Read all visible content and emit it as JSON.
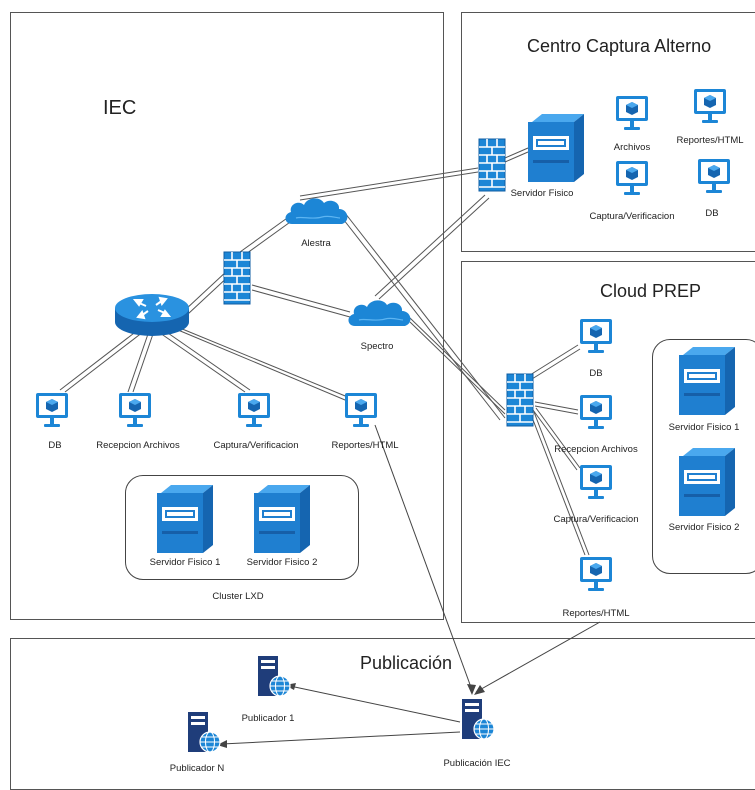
{
  "iec": {
    "title": "IEC",
    "db": "DB",
    "recepcion": "Recepcion Archivos",
    "captura": "Captura/Verificacion",
    "reportes": "Reportes/HTML",
    "cluster_label": "Cluster LXD",
    "servidor1": "Servidor Fisico 1",
    "servidor2": "Servidor Fisico 2"
  },
  "network": {
    "alestra": "Alestra",
    "spectro": "Spectro"
  },
  "alterno": {
    "title": "Centro Captura Alterno",
    "servidor": "Servidor Fisico",
    "archivos": "Archivos",
    "reportes": "Reportes/HTML",
    "captura": "Captura/Verificacion",
    "db": "DB"
  },
  "cloud": {
    "title": "Cloud PREP",
    "db": "DB",
    "recepcion": "Recepcion Archivos",
    "captura": "Captura/Verificacion",
    "reportes": "Reportes/HTML",
    "servidor1": "Servidor Fisico 1",
    "servidor2": "Servidor Fisico 2"
  },
  "publicacion": {
    "title": "Publicación",
    "publicador1": "Publicador 1",
    "publicadorN": "Publicador N",
    "publicacion_iec": "Publicación IEC"
  },
  "colors": {
    "icon_blue": "#1c86d6",
    "icon_dark": "#1565b0",
    "server_blue": "#1f7fd0",
    "line": "#555555"
  }
}
